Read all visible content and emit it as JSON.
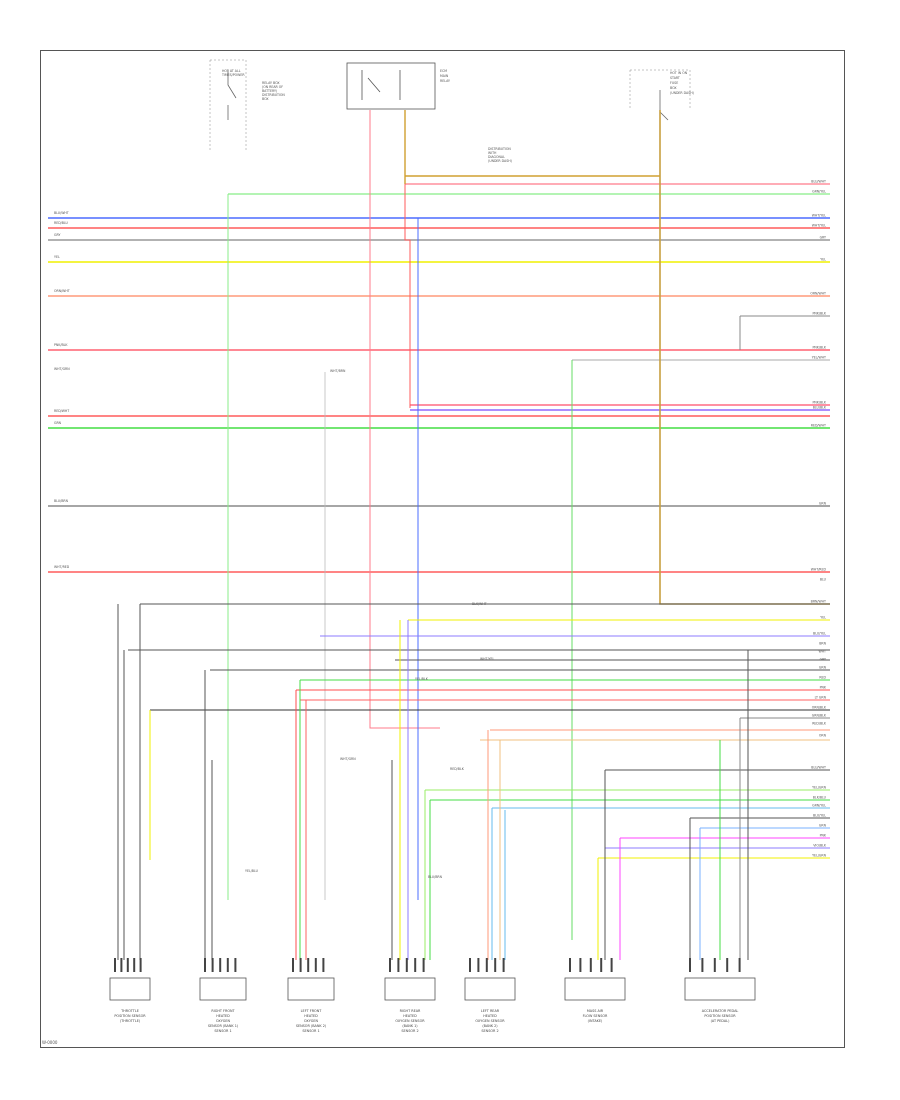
{
  "diagram": {
    "footer_code": "W-0000",
    "top_components": [
      {
        "id": "top-left-switch",
        "lines": [
          "HOT AT ALL",
          "TIMES/POWER",
          "",
          "RELAY BOX",
          "(ON REAR OF",
          "BATTERY)",
          "DISTRIBUTION",
          "BOX"
        ]
      },
      {
        "id": "top-mid-relay",
        "lines": [
          "ECM",
          "MAIN",
          "RELAY"
        ]
      },
      {
        "id": "top-right-fuse",
        "lines": [
          "HOT IN ON",
          "START",
          "FUSE",
          "BOX",
          "(UNDER DASH)"
        ]
      }
    ],
    "top_note": [
      "DISTRIBUTION",
      "WITH",
      "DIAGONAL",
      "(UNDER DASH)"
    ],
    "right_labels": [
      "BLU/WHT",
      "GRN/YEL",
      "WHT/YEL",
      "WHT/YEL",
      "GRY",
      "YEL",
      "ORN/WHT",
      "PNK/BLK",
      "PNK/BLK",
      "YEL/WHT",
      "PNK/BLK",
      "BLU/BLK",
      "RED/WHT",
      "GRN",
      "WHT/RED",
      "BLU",
      "BRN/WHT",
      "YEL",
      "BLU/YEL",
      "BRN",
      "WHT",
      "GRY",
      "GRN",
      "RED",
      "PNK",
      "LT GRN",
      "ORN/BLK",
      "GRN/BLK",
      "RED/BLK",
      "ORN",
      "BLU/WHT",
      "YEL/GRN",
      "BLK/BLU",
      "GRN/YEL",
      "BLU/YEL",
      "GRN",
      "PNK",
      "VIO/BLK",
      "YEL/GRN"
    ],
    "left_labels": [
      "BLU/WHT",
      "RED/BLU",
      "GRY",
      "YEL",
      "ORN/WHT",
      "PNK/BLK",
      "WHT/GRN",
      "RED/WHT",
      "GRN",
      "BLU/BRN",
      "WHT/RED"
    ],
    "mid_labels": [
      "WHT/BRN",
      "BLK/WHT",
      "WHT/YEL",
      "YEL/BLK",
      "WHT/GRN",
      "RED/BLK",
      "BLU/BRN",
      "YEL/BLU"
    ],
    "bottom_components": [
      {
        "id": "throttle-position-sensor",
        "caption": [
          "THROTTLE",
          "POSITION SENSOR",
          "(THROTTLE)"
        ]
      },
      {
        "id": "right-front-oxygen-sensor",
        "caption": [
          "RIGHT FRONT",
          "HEATED",
          "OXYGEN",
          "SENSOR (BANK 1)",
          "SENSOR 1"
        ]
      },
      {
        "id": "left-front-oxygen-sensor",
        "caption": [
          "LEFT FRONT",
          "HEATED",
          "OXYGEN",
          "SENSOR (BANK 2)",
          "SENSOR 1"
        ]
      },
      {
        "id": "right-rear-oxygen-sensor",
        "caption": [
          "RIGHT REAR",
          "HEATED",
          "OXYGEN SENSOR",
          "(BANK 1)",
          "SENSOR 2"
        ]
      },
      {
        "id": "left-rear-oxygen-sensor",
        "caption": [
          "LEFT REAR",
          "HEATED",
          "OXYGEN SENSOR",
          "(BANK 2)",
          "SENSOR 2"
        ]
      },
      {
        "id": "mass-air-flow-sensor",
        "caption": [
          "MASS AIR",
          "FLOW SENSOR",
          "(INTAKE)"
        ]
      },
      {
        "id": "accelerator-pedal-position-sensor",
        "caption": [
          "ACCELERATOR PEDAL",
          "POSITION SENSOR",
          "(AT PEDAL)"
        ]
      }
    ]
  }
}
